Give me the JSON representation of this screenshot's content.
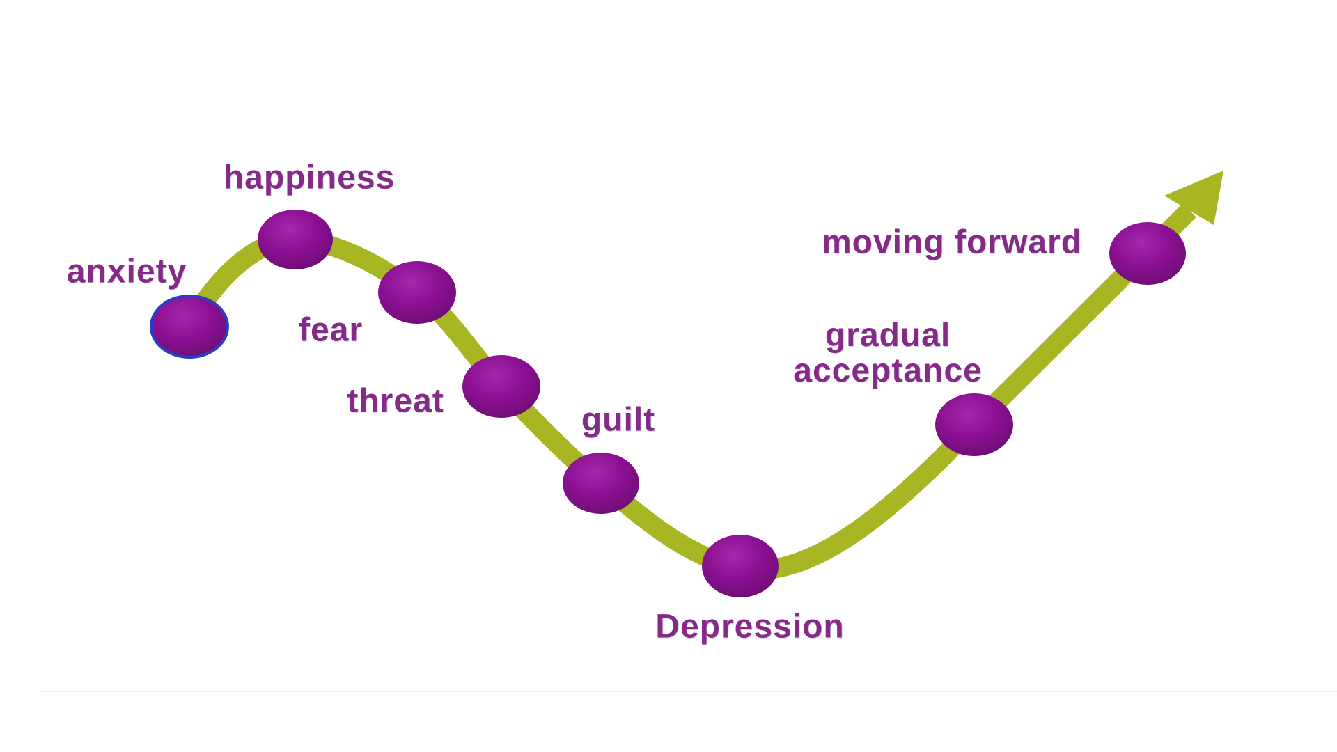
{
  "diagram": {
    "type": "emotional-journey-change-curve",
    "background_color": "#ffffff",
    "curve_color": "#a7b622",
    "dot_fill_color": "#8c1193",
    "dot_highlight_color": "#a628ad",
    "dot_shadow_color": "#5d0963",
    "first_dot_ring_color": "#2a3fc4",
    "label_color": "#862a88",
    "stages": [
      {
        "label": "anxiety"
      },
      {
        "label": "happiness"
      },
      {
        "label": "fear"
      },
      {
        "label": "threat"
      },
      {
        "label": "guilt"
      },
      {
        "label": "Depression"
      },
      {
        "label": "gradual acceptance"
      },
      {
        "label": "moving forward"
      }
    ]
  }
}
